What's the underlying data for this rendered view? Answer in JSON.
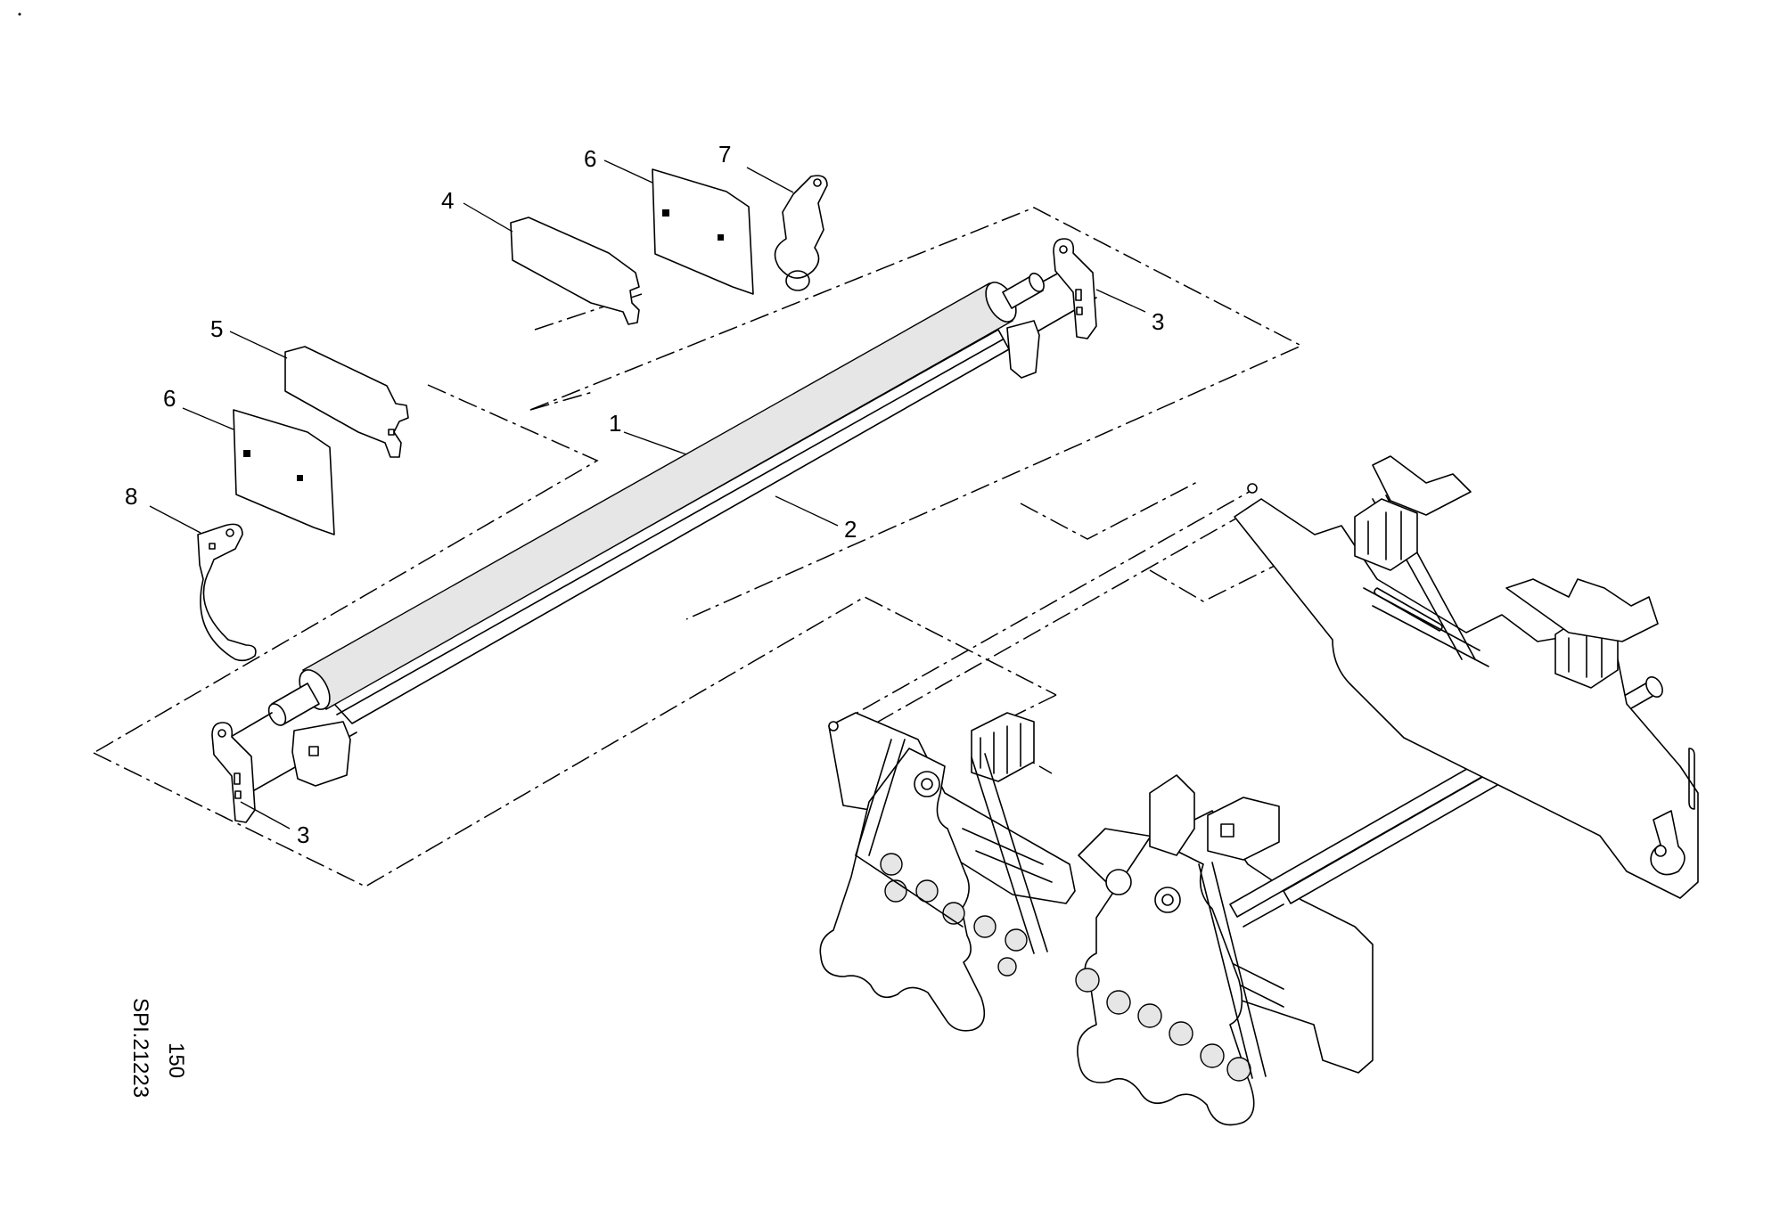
{
  "callouts": [
    "1",
    "2",
    "3",
    "3",
    "4",
    "5",
    "6",
    "6",
    "7",
    "8"
  ],
  "drawing_ref": {
    "page": "150",
    "code": "SPI.21223"
  },
  "colors": {
    "ink": "#000000",
    "paper": "#ffffff"
  }
}
